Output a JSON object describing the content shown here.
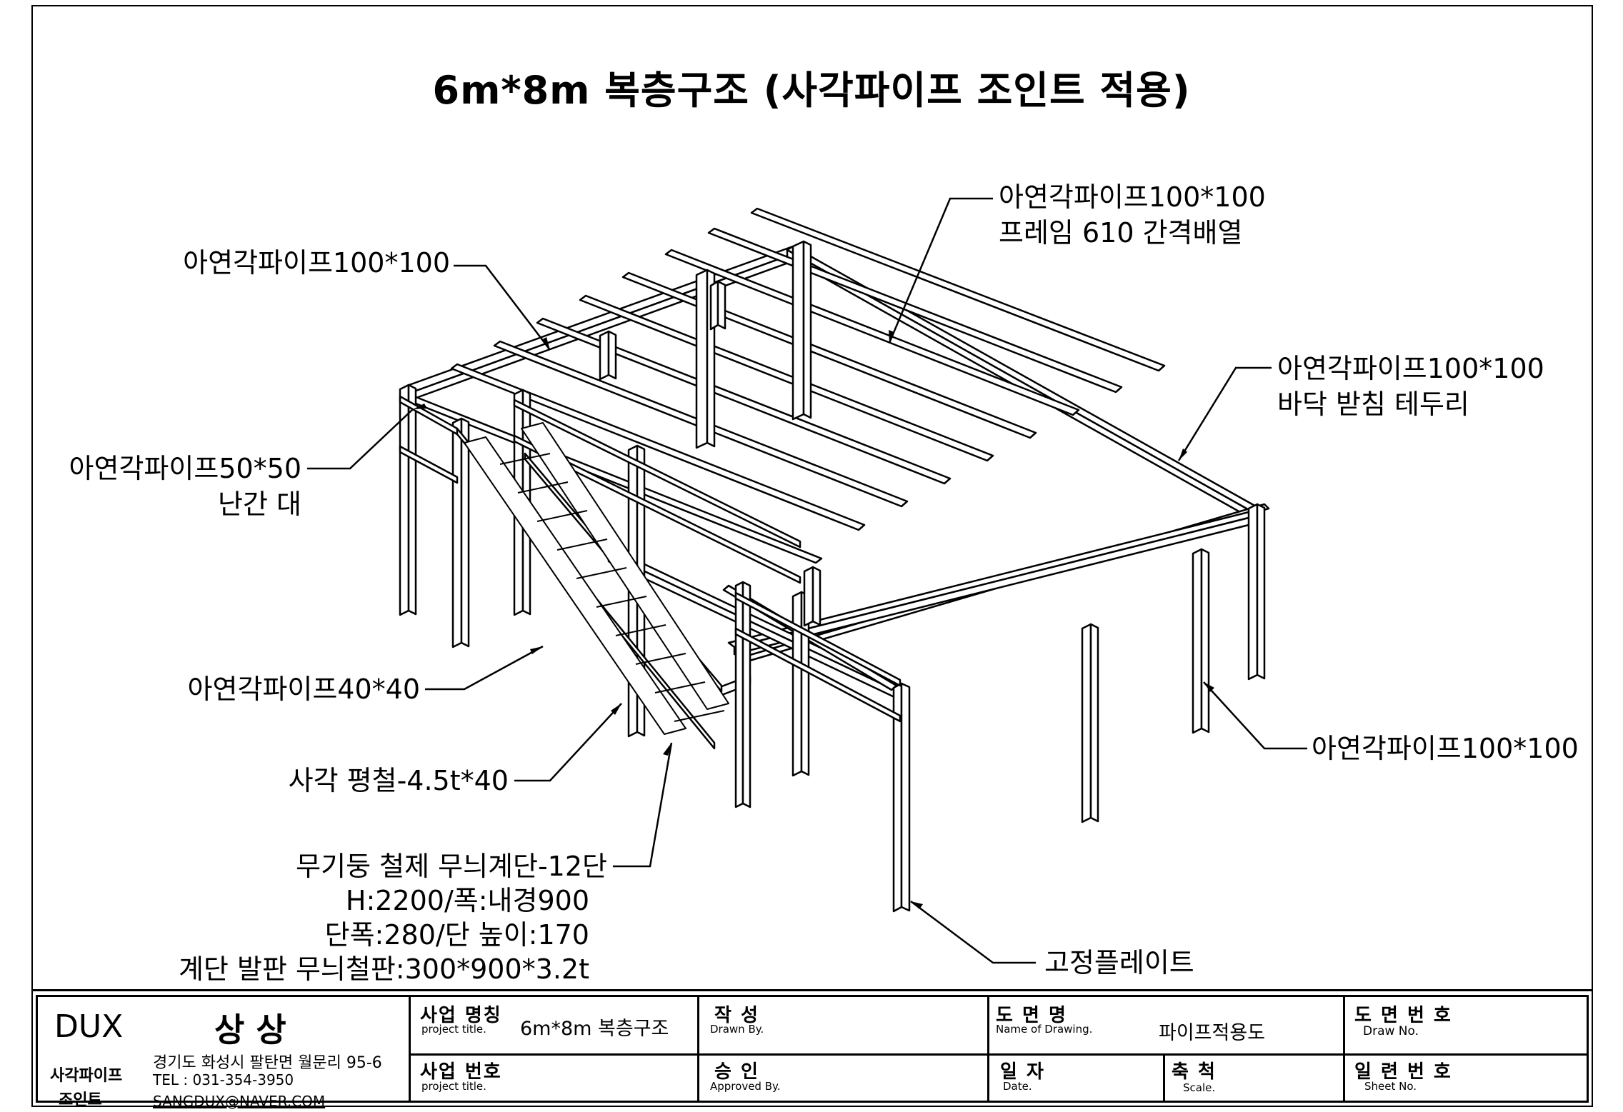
{
  "title": "6m*8m  복층구조  (사각파이프 조인트 적용)",
  "labels": {
    "top_left_pipe": "아연각파이프100*100",
    "frame_pipe_line1": "아연각파이프100*100",
    "frame_pipe_line2": "프레임 610 간격배열",
    "floor_rim_line1": "아연각파이프100*100",
    "floor_rim_line2": "바닥 받침 테두리",
    "railing_line1": "아연각파이프50*50",
    "railing_line2": "난간 대",
    "pipe_40": "아연각파이프40*40",
    "flat_bar": "사각 평철-4.5t*40",
    "column_pipe": "아연각파이프100*100",
    "stair_line1": "무기둥 철제 무늬계단-12단",
    "stair_line2": "H:2200/폭:내경900",
    "stair_line3": "단폭:280/단 높이:170",
    "stair_line4": "계단 발판 무늬철판:300*900*3.2t",
    "fixed_plate": "고정플레이트"
  },
  "title_block": {
    "company": "DUX",
    "company_ko": "상 상",
    "company_sub1": "사각파이프",
    "company_sub2": "조인트",
    "address": "경기도 화성시 팔탄면 월문리 95-6",
    "tel": "TEL : 031-354-3950",
    "email": "SANGDUX@NAVER.COM",
    "project_name_ko": "사업 명칭",
    "project_name_en": "project title.",
    "project_name_val": "6m*8m  복층구조",
    "project_no_ko": "사업 번호",
    "project_no_en": "project title.",
    "drawn_ko": "작    성",
    "drawn_en": "Drawn By.",
    "approved_ko": "승    인",
    "approved_en": "Approved By.",
    "drawing_name_ko": "도  면  명",
    "drawing_name_en": "Name of Drawing.",
    "drawing_name_val": "파이프적용도",
    "date_ko": "일   자",
    "date_en": "Date.",
    "scale_ko": "축   척",
    "scale_en": "Scale.",
    "draw_no_ko": "도 면 번 호",
    "draw_no_en": "Draw No.",
    "sheet_no_ko": "일 련 번 호",
    "sheet_no_en": "Sheet No."
  }
}
